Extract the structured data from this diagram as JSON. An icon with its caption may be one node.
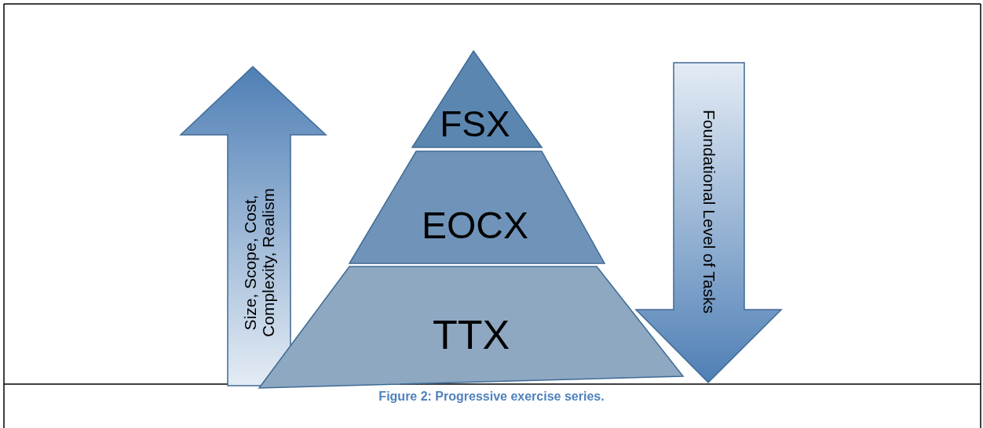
{
  "diagram": {
    "caption": "Figure 2: Progressive exercise series.",
    "nodes": [
      {
        "text": [
          "Size, Scope, Cost, Complexity, Realism"
        ]
      },
      {
        "text": [
          "FSX"
        ]
      },
      {
        "text": [
          "EOCX"
        ]
      },
      {
        "text": [
          "TTX"
        ]
      },
      {
        "text": [
          "Foundational Level of Tasks"
        ]
      }
    ]
  }
}
